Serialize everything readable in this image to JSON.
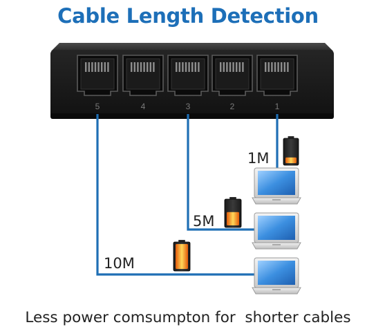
{
  "title": "Cable Length Detection",
  "caption": "Less power comsumpton for  shorter cables",
  "ports": [
    "5",
    "4",
    "3",
    "2",
    "1"
  ],
  "connections": [
    {
      "port": "1",
      "distance": "1M",
      "battery_level": 0.25
    },
    {
      "port": "3",
      "distance": "5M",
      "battery_level": 0.55
    },
    {
      "port": "5",
      "distance": "10M",
      "battery_level": 1.0
    }
  ],
  "colors": {
    "title": "#1d6fb8",
    "cable": "#1f6fb5",
    "switch_body": "#1c1c1c",
    "battery_charge": "#f39a17",
    "laptop_screen": "#3c8fe0"
  }
}
